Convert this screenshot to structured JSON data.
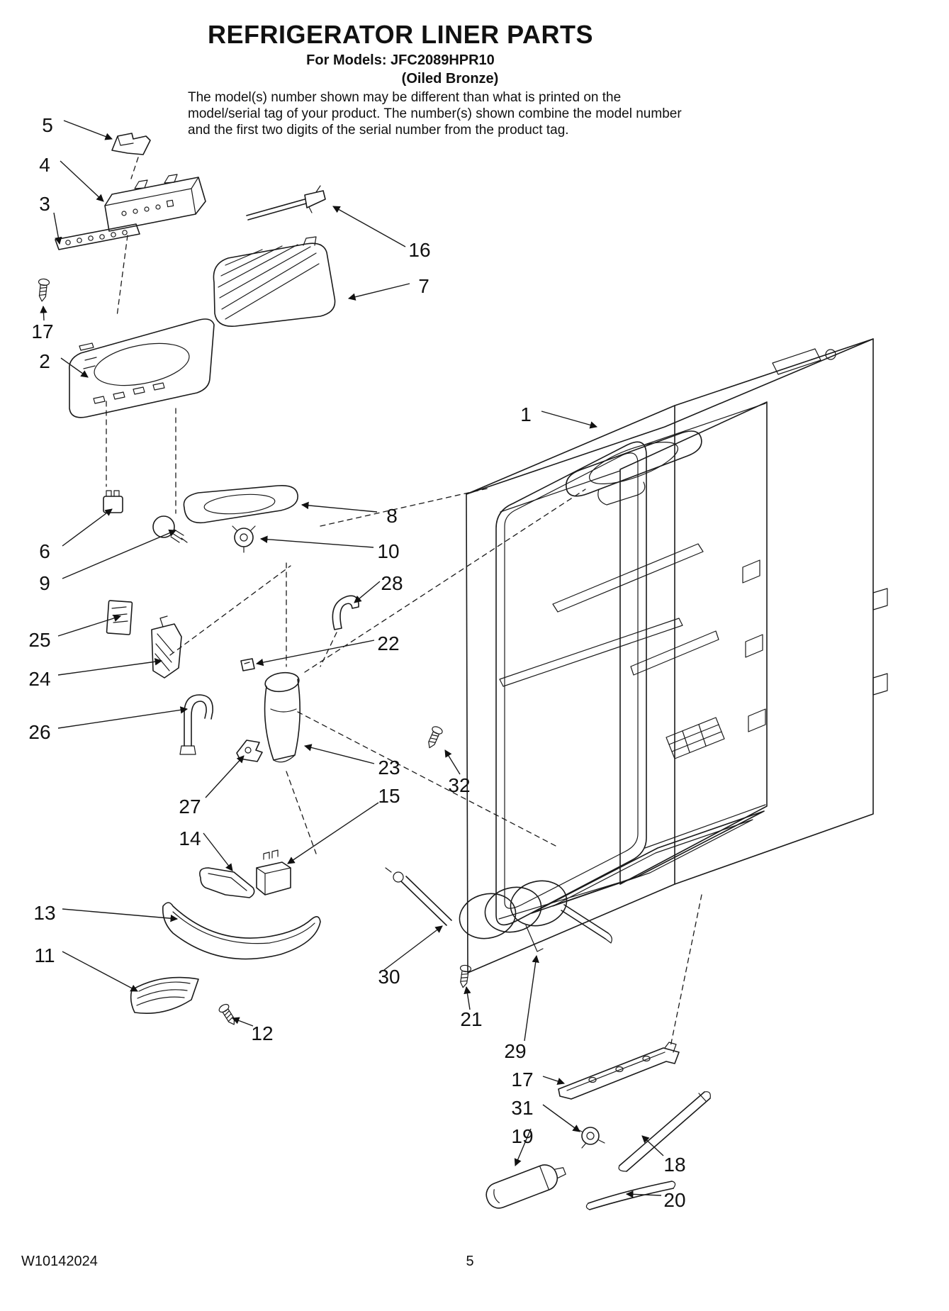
{
  "header": {
    "title": "REFRIGERATOR LINER PARTS",
    "models_line": "For Models: JFC2089HPR10",
    "finish_line": "(Oiled Bronze)",
    "disclaimer": "The model(s) number shown may be different than what is printed on the model/serial tag of your product. The number(s) shown combine the model number and the first two digits of the serial number from the product tag."
  },
  "diagram": {
    "type": "exploded-parts-diagram",
    "description": "Exploded view of refrigerator liner parts with numbered callouts",
    "callouts": {
      "c1": "1",
      "c2": "2",
      "c3": "3",
      "c4": "4",
      "c5": "5",
      "c6": "6",
      "c7": "7",
      "c8": "8",
      "c9": "9",
      "c10": "10",
      "c11": "11",
      "c12": "12",
      "c13": "13",
      "c14": "14",
      "c15": "15",
      "c16": "16",
      "c17a": "17",
      "c17b": "17",
      "c18": "18",
      "c19": "19",
      "c20": "20",
      "c21": "21",
      "c22": "22",
      "c23": "23",
      "c24": "24",
      "c25": "25",
      "c26": "26",
      "c27": "27",
      "c28": "28",
      "c29": "29",
      "c30": "30",
      "c31": "31",
      "c32": "32"
    }
  },
  "footer": {
    "document_number": "W10142024",
    "page_number": "5"
  }
}
